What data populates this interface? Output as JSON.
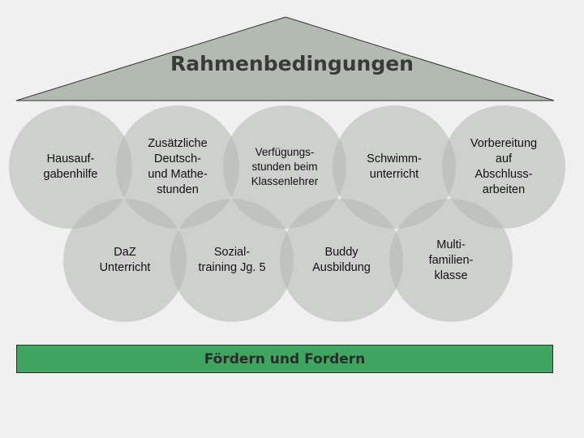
{
  "roof": {
    "title": "Rahmenbedingungen",
    "fill": "#b3bab1",
    "stroke": "#333333"
  },
  "circles_top": [
    {
      "label": "Hausauf-\ngabenhilfe"
    },
    {
      "label": "Zusätzliche\nDeutsch-\nund Mathe-\nstunden"
    },
    {
      "label": "Verfügungs-\nstunden beim\nKlassenlehrer"
    },
    {
      "label": "Schwimm-\nunterricht"
    },
    {
      "label": "Vorbereitung\nauf\nAbschluss-\narbeiten"
    }
  ],
  "circles_bottom": [
    {
      "label": "DaZ\nUnterricht"
    },
    {
      "label": "Sozial-\ntraining Jg. 5"
    },
    {
      "label": "Buddy\nAusbildung"
    },
    {
      "label": "Multi-\nfamilien-\nklasse"
    }
  ],
  "foundation": {
    "label": "Fördern und Fordern",
    "fill": "#3ea661"
  }
}
